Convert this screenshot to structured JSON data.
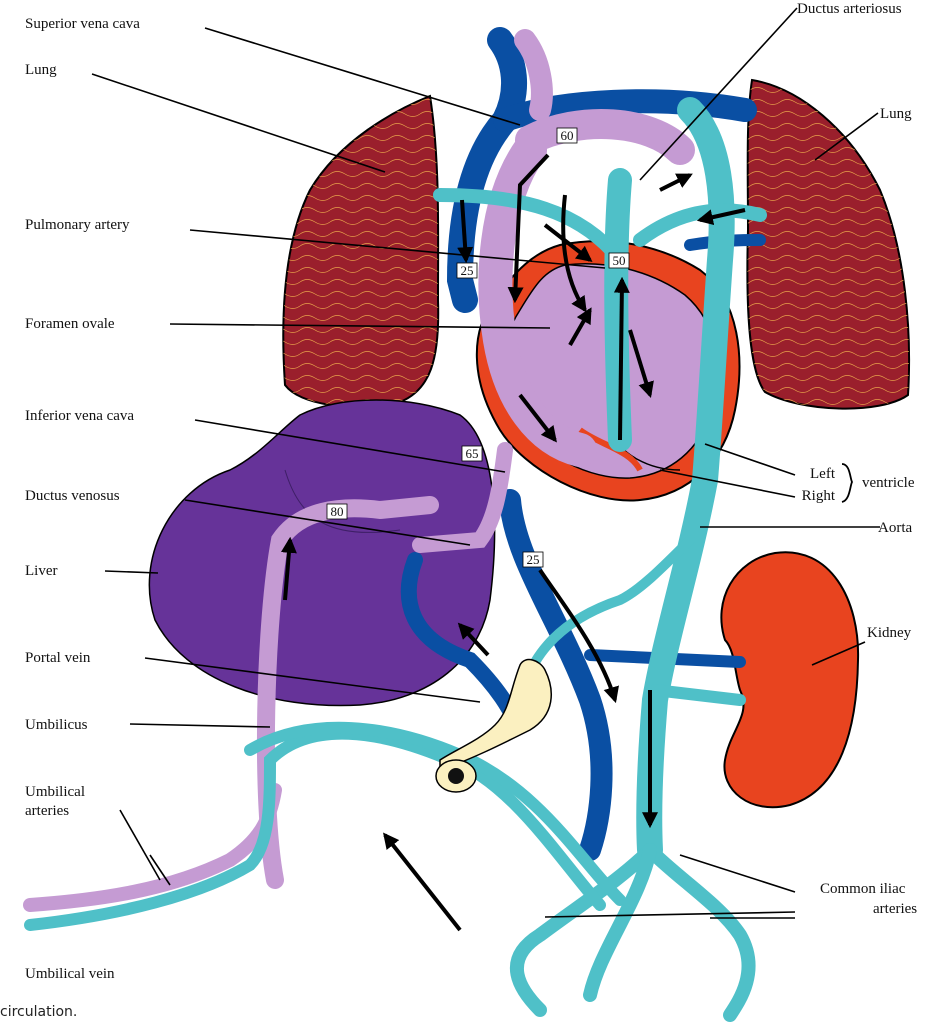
{
  "labels": {
    "superior_vena_cava": "Superior vena cava",
    "lung_left": "Lung",
    "lung_right": "Lung",
    "ductus_arteriosus": "Ductus arteriosus",
    "pulmonary_artery": "Pulmonary artery",
    "foramen_ovale": "Foramen ovale",
    "inferior_vena_cava": "Inferior vena cava",
    "ductus_venosus": "Ductus venosus",
    "liver": "Liver",
    "portal_vein": "Portal vein",
    "umbilicus": "Umbilicus",
    "umbilical_arteries_line1": "Umbilical",
    "umbilical_arteries_line2": "arteries",
    "umbilical_vein": "Umbilical vein",
    "left": "Left",
    "right": "Right",
    "ventricle": "ventricle",
    "aorta": "Aorta",
    "kidney": "Kidney",
    "common_iliac_line1": "Common iliac",
    "common_iliac_line2": "arteries"
  },
  "saturation_values": {
    "svc": "60",
    "pulmonary": "50",
    "right_atrium": "25",
    "ivc": "65",
    "ductus_venosus": "80",
    "lower_ivc": "25"
  },
  "caption": "circulation.",
  "colors": {
    "lung": "#9a1f2c",
    "liver": "#663399",
    "heart_wall": "#e8441f",
    "kidney": "#e8441f",
    "oxygen_poor_vein": "#0a4fa3",
    "mixed_blood": "#c59bd3",
    "arterial_aqua": "#4fc0c8",
    "gut": "#fbf0c0"
  }
}
